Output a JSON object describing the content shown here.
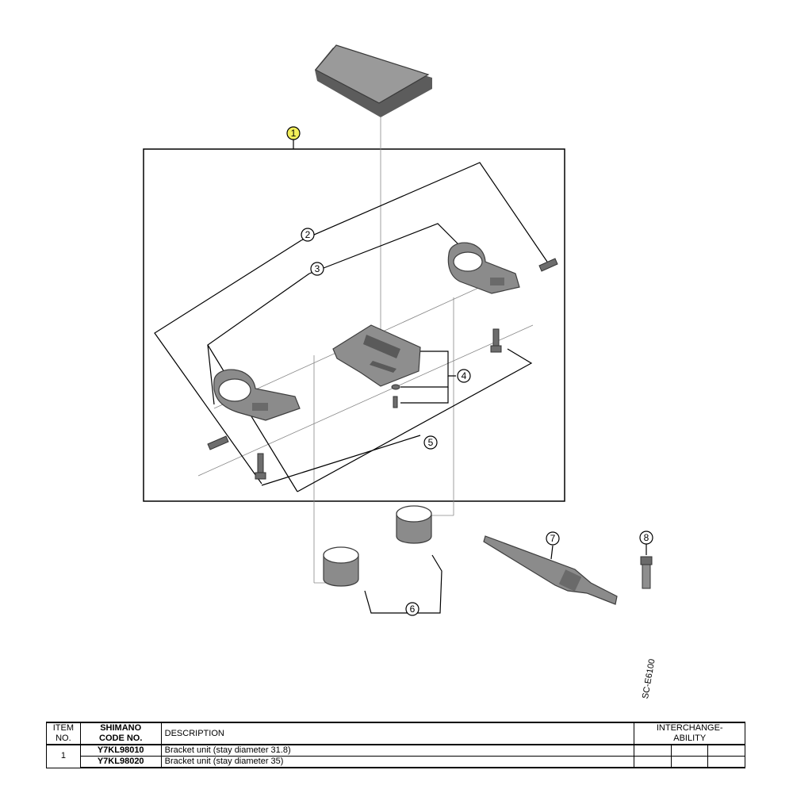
{
  "callouts": [
    {
      "id": "1",
      "label": "1",
      "highlight": true
    },
    {
      "id": "2",
      "label": "2"
    },
    {
      "id": "3",
      "label": "3"
    },
    {
      "id": "4",
      "label": "4"
    },
    {
      "id": "5",
      "label": "5"
    },
    {
      "id": "6",
      "label": "6"
    },
    {
      "id": "7",
      "label": "7"
    },
    {
      "id": "8",
      "label": "8"
    }
  ],
  "colors": {
    "highlight": "#f2ee5a",
    "part_fill": "#8e8e8e",
    "part_dark": "#4d4d4d"
  },
  "model_label": "SC-E6100",
  "table": {
    "headers": {
      "item_no_line1": "ITEM",
      "item_no_line2": "NO.",
      "code_line1": "SHIMANO",
      "code_line2": "CODE NO.",
      "description": "DESCRIPTION",
      "interchange_line1": "INTERCHANGE-",
      "interchange_line2": "ABILITY"
    },
    "rows": [
      {
        "item": "1",
        "code": "Y7KL98010",
        "description": "Bracket unit (stay diameter 31.8)"
      },
      {
        "code": "Y7KL98020",
        "description": "Bracket unit (stay diameter 35)"
      }
    ]
  }
}
